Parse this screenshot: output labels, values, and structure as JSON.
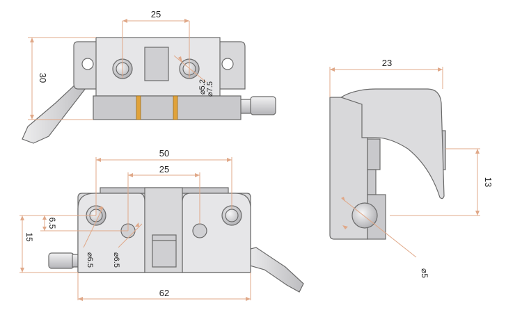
{
  "views": {
    "top": {
      "dim_width": "25",
      "dim_height": "30",
      "dim_outer_dia": "⌀7.5",
      "dim_inner_dia": "⌀5.2"
    },
    "front": {
      "dim_span": "50",
      "dim_center": "25",
      "dim_offset": "6.5",
      "dim_height": "15",
      "dim_hole_left": "⌀6.5",
      "dim_hole_mid": "⌀6.5",
      "dim_overall": "62"
    },
    "side": {
      "dim_width": "23",
      "dim_height": "13",
      "dim_pin_dia": "⌀5"
    }
  },
  "colors": {
    "dimension_line": "#e0a888",
    "outline": "#6a6a6a",
    "body": "#d8d8da",
    "accent_strip": "#e0a23a"
  }
}
